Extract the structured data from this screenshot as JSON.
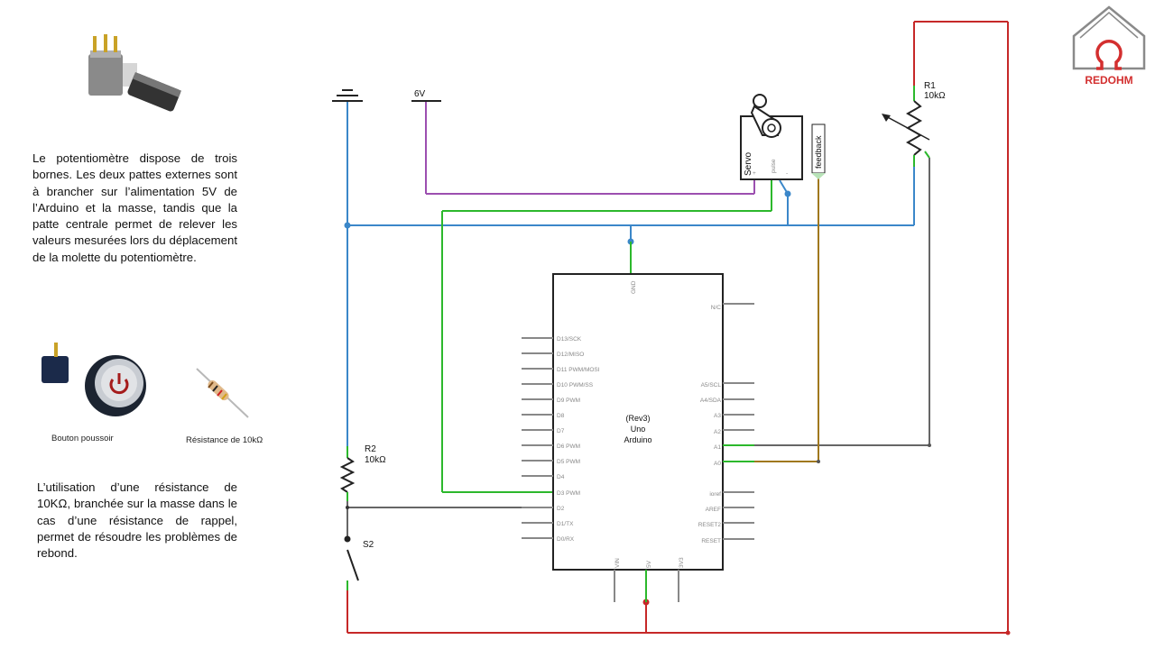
{
  "text": {
    "potentiometer_description": "Le potentiomètre dispose de trois bornes. Les deux pattes externes sont à brancher sur l’alimentation 5V de l’Arduino et la masse, tandis que la patte centrale permet de relever les valeurs mesurées lors du déplacement de la molette du potentiomètre.",
    "resistor_description": "L’utilisation d’une résistance de 10KΩ, branchée sur la masse dans le cas d’une résistance de rappel, permet de résoudre les problèmes de rebond.",
    "push_button_caption": "Bouton poussoir",
    "resistor_caption": "Résistance de 10kΩ"
  },
  "logo": {
    "name": "REDOHM",
    "color": "#d32f2f"
  },
  "schematic": {
    "power_label": "6V",
    "servo": {
      "name": "Servo",
      "pin_plus": "+",
      "pin_pulse": "pulse",
      "pin_minus": "-",
      "feedback_label": "feedback"
    },
    "r1": {
      "name": "R1",
      "value": "10kΩ"
    },
    "r2": {
      "name": "R2",
      "value": "10kΩ"
    },
    "s2": {
      "name": "S2"
    },
    "arduino": {
      "title_line1": "(Rev3)",
      "title_line2": "Uno",
      "title_line3": "Arduino",
      "gnd_label": "GND",
      "left_pins": [
        "D13/SCK",
        "D12/MISO",
        "D11 PWM/MOSI",
        "D10 PWM/SS",
        "D9 PWM",
        "D8",
        "D7",
        "D6 PWM",
        "D5 PWM",
        "D4",
        "D3 PWM",
        "D2",
        "D1/TX",
        "D0/RX"
      ],
      "right_pins_top": [
        "N/C"
      ],
      "right_pins_analog": [
        "A5/SCL",
        "A4/SDA",
        "A3",
        "A2",
        "A1",
        "A0"
      ],
      "right_pins_bottom": [
        "ioref",
        "AREF",
        "RESET2",
        "RESET"
      ],
      "bottom_pins": [
        "VIN",
        "5V",
        "3V3"
      ]
    },
    "wire_colors": {
      "ground": "#3b87c9",
      "power_5v": "#c62828",
      "power_6v": "#9c4fb0",
      "signal": "#2cb82c",
      "feedback": "#a0781e",
      "a1_wiper": "#333333"
    }
  }
}
